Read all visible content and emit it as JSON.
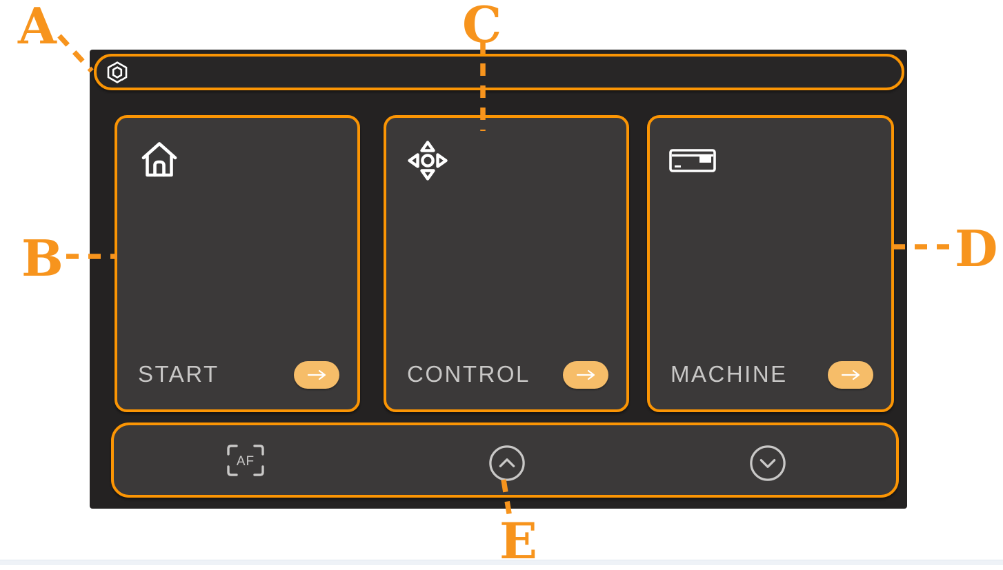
{
  "topbar": {
    "logo_icon": "hexagon-brand-logo"
  },
  "cards": [
    {
      "label": "START",
      "icon": "home-icon"
    },
    {
      "label": "CONTROL",
      "icon": "dpad-icon"
    },
    {
      "label": "MACHINE",
      "icon": "machine-icon"
    }
  ],
  "bottom_bar": {
    "af_label": "AF",
    "buttons": [
      "autofocus-button",
      "move-up-button",
      "move-down-button"
    ]
  },
  "annotations": {
    "labels": [
      "A",
      "B",
      "C",
      "D",
      "E"
    ],
    "color": "#F7941D"
  },
  "colors": {
    "accent_orange": "#F7941D",
    "highlight_border": "#FB9504",
    "pill_button_fill": "#F6BD69",
    "panel_background": "#242222",
    "card_background": "#3B3939",
    "label_text": "#C8C7C6",
    "icon_white": "#FFFFFF",
    "icon_gray": "#C9C8C7"
  }
}
